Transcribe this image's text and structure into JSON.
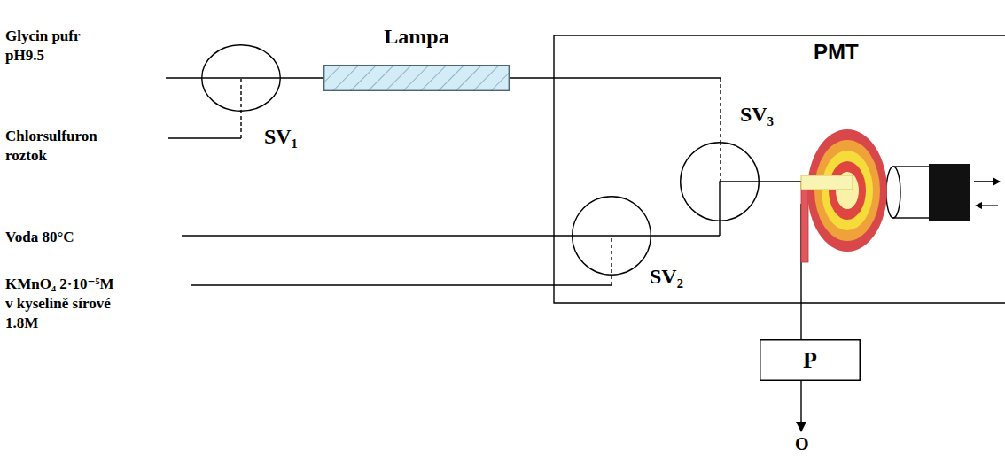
{
  "diagram": {
    "nodes": [
      {
        "text": [
          "SV₁"
        ]
      },
      {
        "text": [
          "Lampa"
        ]
      },
      {
        "text": [
          "SV₃"
        ]
      },
      {
        "text": [
          "SV₂"
        ]
      },
      {
        "text": [
          "PMT"
        ]
      },
      {
        "text": [
          "P"
        ]
      }
    ],
    "edges": [
      {
        "from": 0,
        "to": 1,
        "arrow": "none"
      },
      {
        "from": 1,
        "to": 2,
        "arrow": "none"
      },
      {
        "from": 3,
        "to": 2,
        "arrow": "none"
      },
      {
        "from": 2,
        "to": 4,
        "arrow": "none"
      },
      {
        "from": 4,
        "to": 5,
        "arrow": "none"
      }
    ],
    "labels": [
      "Glycin pufr pH9.5",
      "Chlorsulfuron roztok",
      "Voda 80°C",
      "KMnO₄ 2·10⁻⁵M v kyselině sírové 1.8M",
      "O"
    ]
  }
}
